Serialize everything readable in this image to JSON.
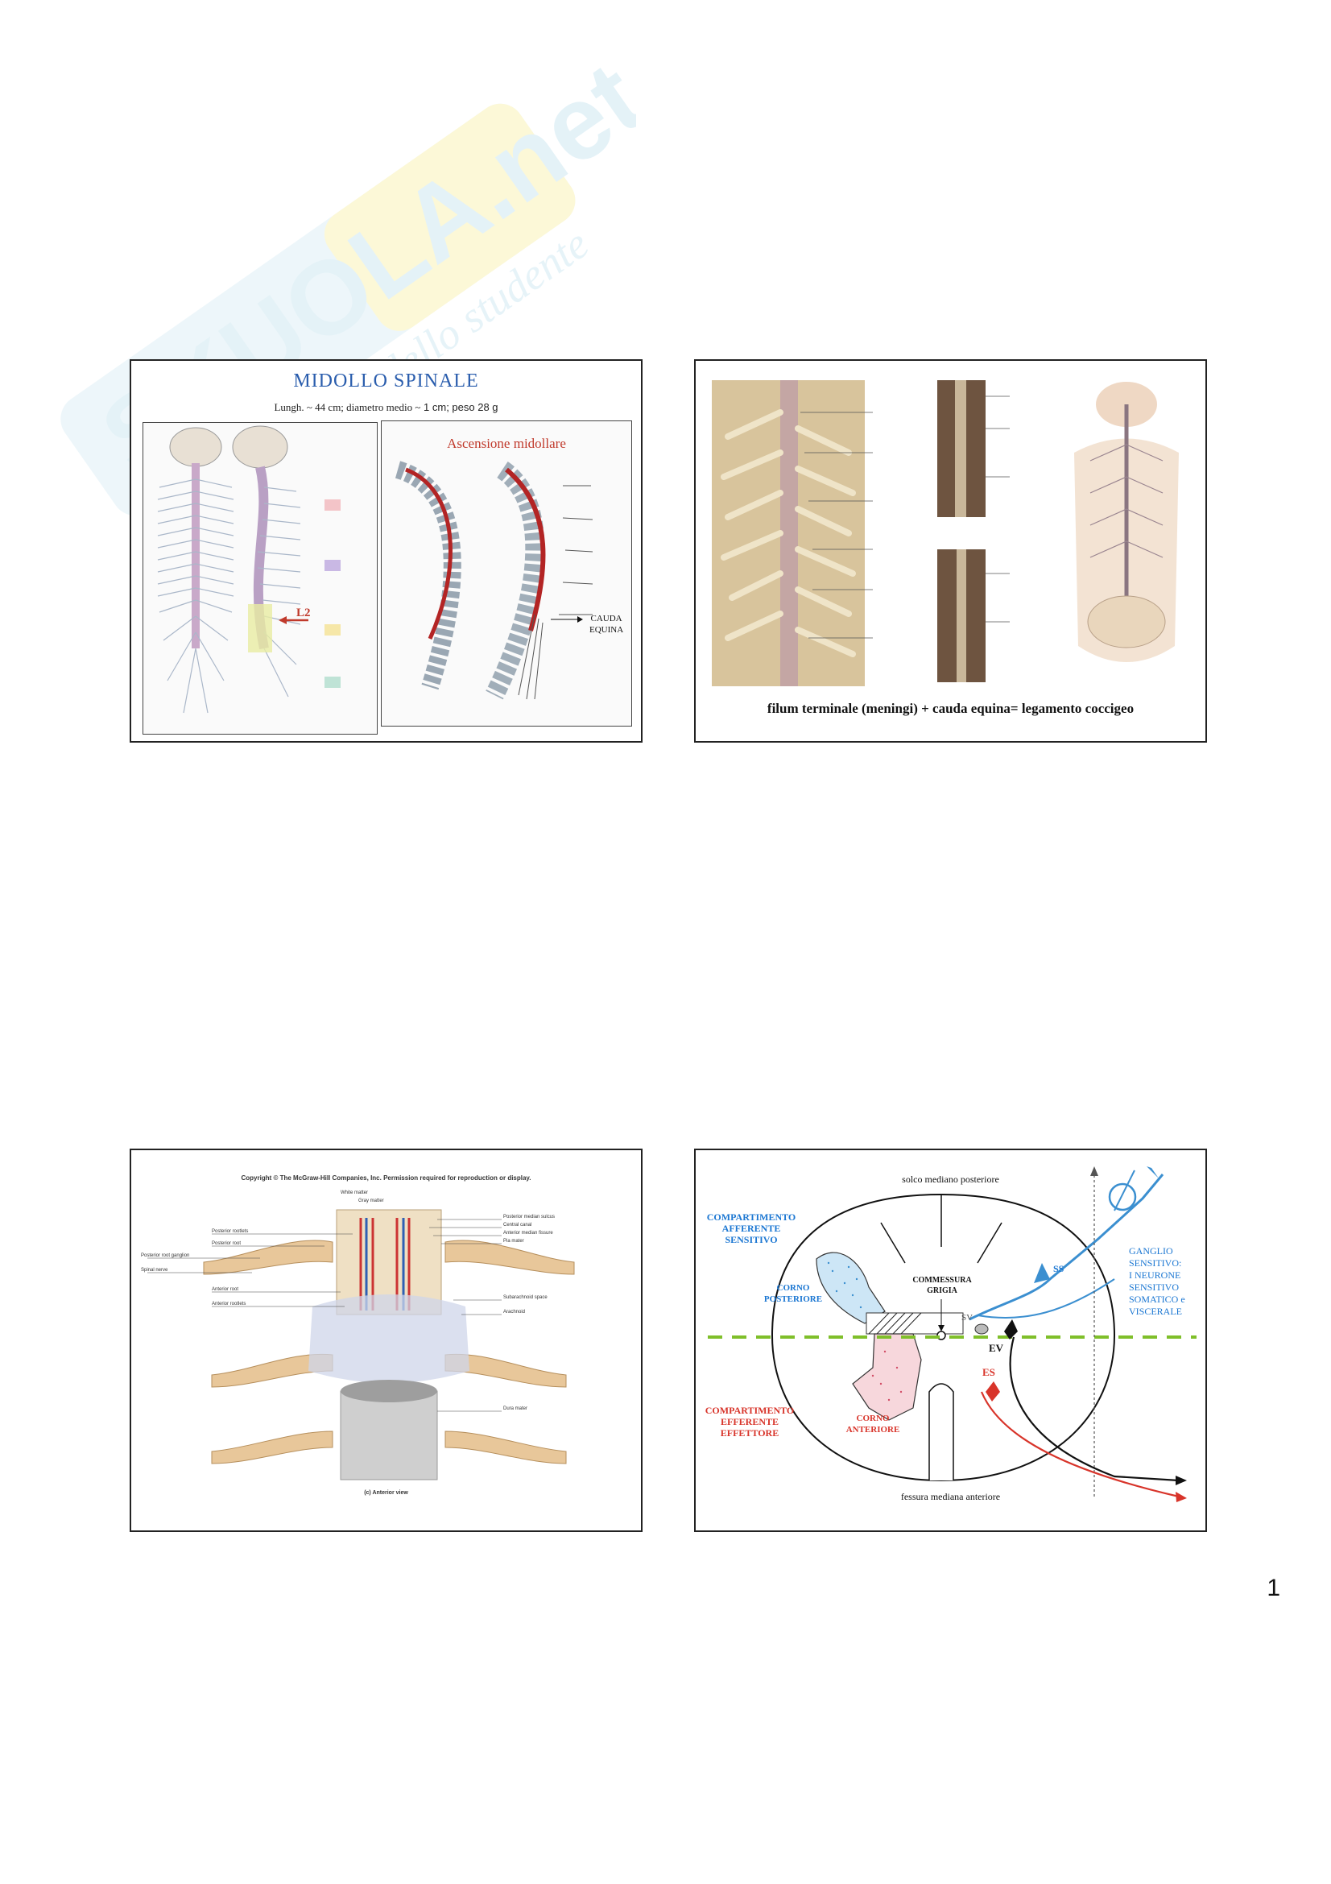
{
  "watermark": {
    "brand": "SKUOLA.net",
    "tagline": "il mondo dello studente"
  },
  "page_number": "1",
  "slide1": {
    "title": "MIDOLLO SPINALE",
    "subtitle_serif": "Lungh. ~ 44 cm; diametro medio ~",
    "subtitle_sans": " 1 cm; peso 28 g",
    "right_title": "Ascensione midollare",
    "l2_label": "L2",
    "cauda_label_1": "CAUDA",
    "cauda_label_2": "EQUINA"
  },
  "slide2": {
    "caption": "filum terminale (meningi) + cauda equina= legamento coccigeo"
  },
  "slide3": {
    "copyright": "Copyright © The McGraw-Hill Companies, Inc. Permission required for reproduction or display.",
    "view_label": "(c) Anterior view",
    "left_labels": [
      "Posterior rootlets",
      "Posterior root",
      "Posterior root ganglion",
      "Spinal nerve",
      "Anterior root",
      "Anterior rootlets"
    ],
    "right_labels": [
      "Posterior median sulcus",
      "Central canal",
      "Anterior median fissure",
      "Pia mater",
      "Subarachnoid space",
      "Arachnoid",
      "Dura mater"
    ],
    "top_labels": [
      "White matter",
      "Gray matter"
    ]
  },
  "slide4": {
    "top_label": "solco mediano posteriore",
    "bottom_label": "fessura mediana anteriore",
    "afferent": [
      "COMPARTIMENTO",
      "AFFERENTE",
      "SENSITIVO"
    ],
    "efferent": [
      "COMPARTIMENTO",
      "EFFERENTE",
      "EFFETTORE"
    ],
    "corno_post": [
      "CORNO",
      "POSTERIORE"
    ],
    "corno_ant": [
      "CORNO",
      "ANTERIORE"
    ],
    "commissura": [
      "COMMESSURA",
      "GRIGIA"
    ],
    "ganglio": [
      "GANGLIO",
      "SENSITIVO:",
      "I NEURONE",
      "SENSITIVO",
      "SOMATICO e",
      "VISCERALE"
    ],
    "ss": "SS",
    "sv": "SV",
    "ev": "EV",
    "es": "ES"
  }
}
